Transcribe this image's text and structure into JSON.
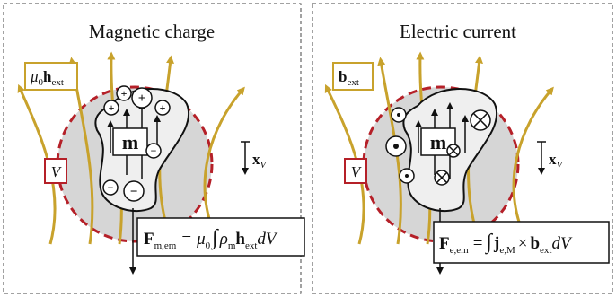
{
  "colors": {
    "field_line": "#C8A22C",
    "boundary": "#B52028",
    "volume_fill": "#D6D6D6",
    "body_fill": "#EFEFEF",
    "ink": "#111111"
  },
  "panels": [
    {
      "title": "Magnetic charge",
      "field_label_main": "h",
      "field_label_prefix": "μ",
      "field_label_prefix_sub": "0",
      "field_label_sub": "ext",
      "volume_label": "V",
      "moment_label": "m",
      "axis_label": "x",
      "axis_sub": "V",
      "charges_positive": [
        "+",
        "+",
        "+",
        "+"
      ],
      "charges_negative": [
        "−",
        "−",
        "−"
      ],
      "formula": {
        "lhs": "F",
        "lhs_sub": "m,em",
        "eq": "=",
        "pre": "μ",
        "pre_sub": "0",
        "integral": "∫",
        "rho": "ρ",
        "rho_sub": "m",
        "field": "h",
        "field_sub": "ext",
        "d": "dV"
      }
    },
    {
      "title": "Electric current",
      "field_label_main": "b",
      "field_label_sub": "ext",
      "volume_label": "V",
      "moment_label": "m",
      "axis_label": "x",
      "axis_sub": "V",
      "formula": {
        "lhs": "F",
        "lhs_sub": "e,em",
        "eq": "=",
        "integral": "∫",
        "j": "j",
        "j_sub": "e,M",
        "times": "×",
        "field": "b",
        "field_sub": "ext",
        "d": "dV"
      }
    }
  ]
}
